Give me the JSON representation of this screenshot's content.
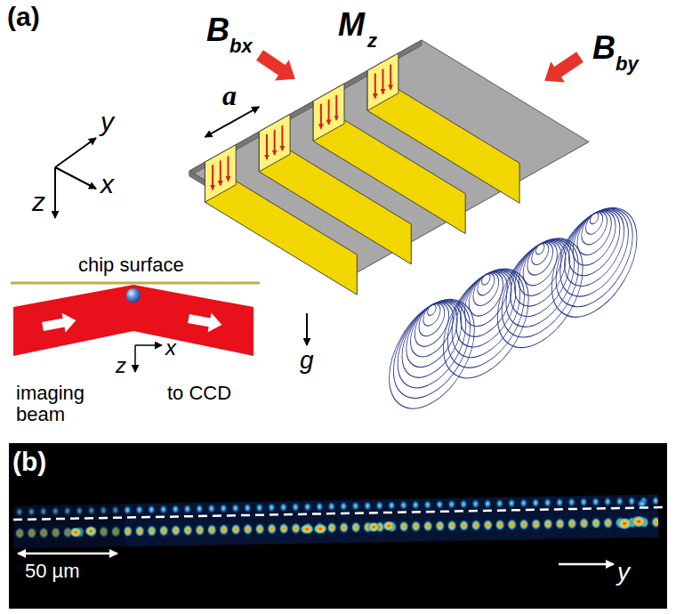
{
  "diagram": {
    "labels": [
      "(a)",
      "B",
      "bx",
      "M",
      "z",
      "B",
      "by",
      "a",
      "y",
      "x",
      "z",
      "chip surface",
      "z",
      "x",
      "imaging beam",
      "to CCD",
      "g",
      "(b)",
      "50 µm",
      "y"
    ]
  }
}
